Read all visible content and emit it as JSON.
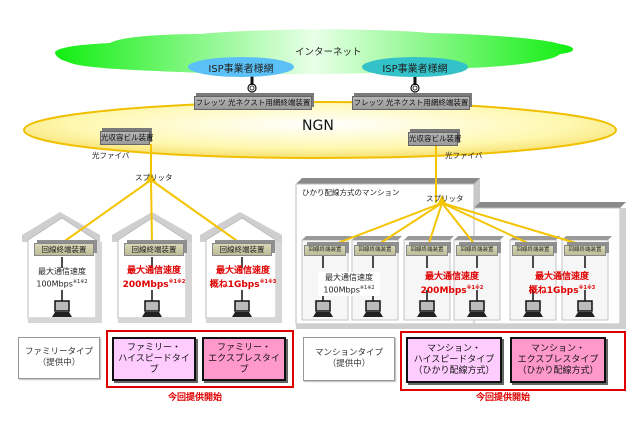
{
  "internet": {
    "label": "インターネット"
  },
  "isp_networks": [
    {
      "label": "ISP事業者様網",
      "color": "#5bc0f5"
    },
    {
      "label": "ISP事業者様網",
      "color": "#33c2c8"
    }
  ],
  "flets_devices": [
    {
      "label": "フレッツ 光ネクスト用網終端装置"
    },
    {
      "label": "フレッツ 光ネクスト用網終端装置"
    }
  ],
  "ngn": {
    "label": "NGN"
  },
  "office_devices": [
    {
      "label": "光収容ビル装置"
    },
    {
      "label": "光収容ビル装置"
    }
  ],
  "fiber_labels": [
    {
      "label": "光ファイバ"
    },
    {
      "label": "光ファイバ"
    }
  ],
  "splitters": [
    {
      "label": "スプリッタ"
    },
    {
      "label": "スプリッタ"
    }
  ],
  "mansion": {
    "label": "ひかり配線方式のマンション"
  },
  "family_houses": [
    {
      "onu": "回線終端装置",
      "speed_title": "最大通信速度",
      "speed_value": "100Mbps",
      "note": "※1※2",
      "highlight": false
    },
    {
      "onu": "回線終端装置",
      "speed_title": "最大通信速度",
      "speed_value": "200Mbps",
      "note": "※1※2",
      "highlight": true
    },
    {
      "onu": "回線終端装置",
      "speed_title": "最大通信速度",
      "speed_value": "概ね1Gbps",
      "note": "※1※3",
      "highlight": true
    }
  ],
  "mansion_units": [
    {
      "onu": "回線終端装置"
    },
    {
      "onu": "回線終端装置"
    },
    {
      "onu": "回線終端装置"
    },
    {
      "onu": "回線終端装置"
    },
    {
      "onu": "回線終端装置"
    },
    {
      "onu": "回線終端装置"
    }
  ],
  "mansion_speeds": [
    {
      "speed_title": "最大通信速度",
      "speed_value": "100Mbps",
      "note": "※1※2",
      "highlight": false
    },
    {
      "speed_title": "最大通信速度",
      "speed_value": "200Mbps",
      "note": "※1※2",
      "highlight": true
    },
    {
      "speed_title": "最大通信速度",
      "speed_value": "概ね1Gbps",
      "note": "※1※3",
      "highlight": true
    }
  ],
  "plans": {
    "family": [
      {
        "line1": "ファミリータイプ",
        "line2": "（提供中）",
        "line3": ""
      },
      {
        "line1": "ファミリー・",
        "line2": "ハイスピードタイプ",
        "line3": ""
      },
      {
        "line1": "ファミリー・",
        "line2": "エクスプレスタイプ",
        "line3": ""
      }
    ],
    "mansion": [
      {
        "line1": "マンションタイプ",
        "line2": "（提供中）",
        "line3": ""
      },
      {
        "line1": "マンション・",
        "line2": "ハイスピードタイプ",
        "line3": "（ひかり配線方式）"
      },
      {
        "line1": "マンション・",
        "line2": "エクスプレスタイプ",
        "line3": "（ひかり配線方式）"
      }
    ],
    "new_label_family": "今回提供開始",
    "new_label_mansion": "今回提供開始"
  },
  "colors": {
    "fiber": "#f5c400",
    "highlight_text": "#e00000",
    "cloud": "#22ee22",
    "ngn_fill": "#fff7a0",
    "ngn_edge": "#f0c000",
    "plan_highspeed": "#ffccff",
    "plan_express": "#ff99cc"
  }
}
